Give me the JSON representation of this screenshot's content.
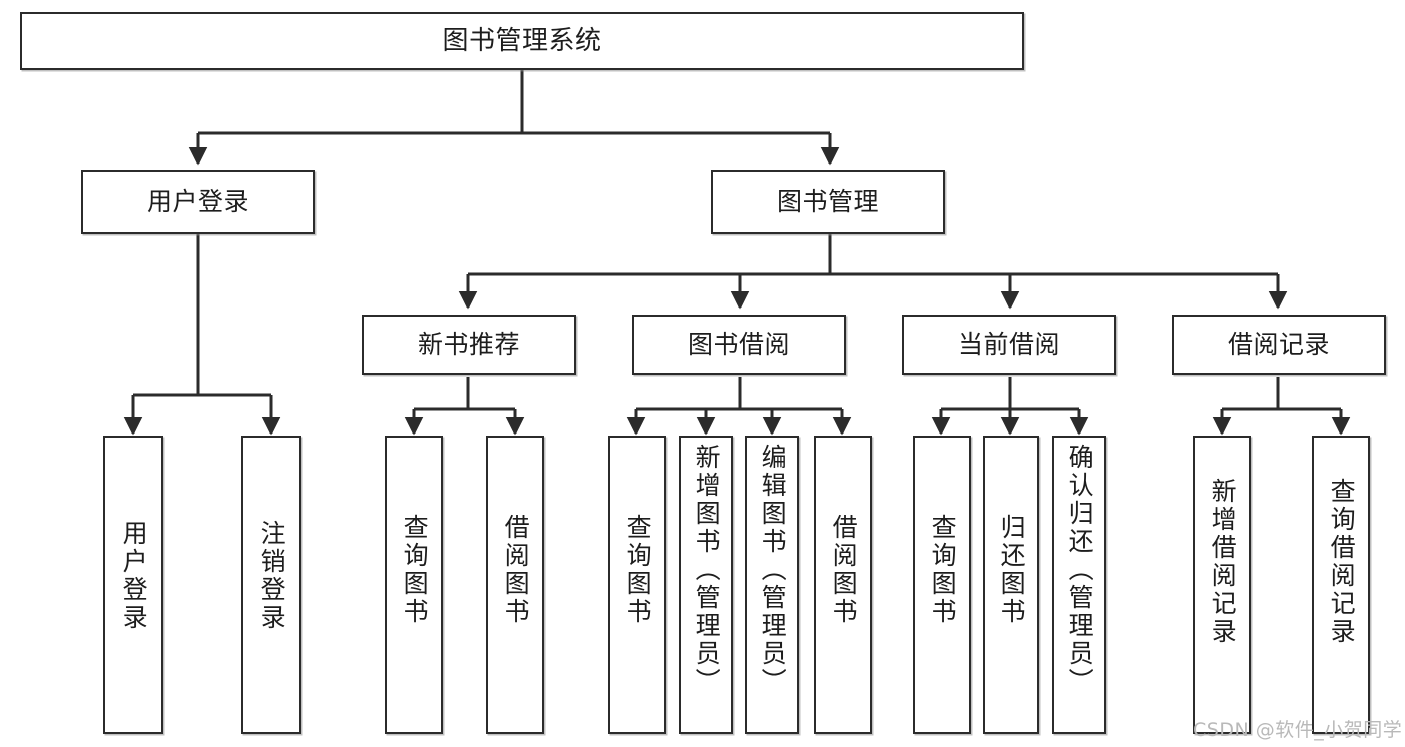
{
  "diagram": {
    "type": "tree-hierarchy",
    "orientation": "top-down",
    "title": "图书管理系统",
    "watermark": "CSDN @软件_小贺同学",
    "colors": {
      "box_border": "#2b2b2b",
      "box_fill": "#ffffff",
      "edge": "#2b2b2b",
      "text": "#1d1d1d",
      "watermark": "#b9b9b9",
      "background": "#ffffff"
    },
    "levels": 4
  },
  "nodes": {
    "root": {
      "label": "图书管理系统",
      "level": 1
    },
    "level2": [
      {
        "id": "user-login",
        "label": "用户登录",
        "level": 2
      },
      {
        "id": "book-manage",
        "label": "图书管理",
        "level": 2
      }
    ],
    "level3": [
      {
        "id": "new-book-recommend",
        "label": "新书推荐",
        "level": 3,
        "parent": "book-manage"
      },
      {
        "id": "book-borrow",
        "label": "图书借阅",
        "level": 3,
        "parent": "book-manage"
      },
      {
        "id": "current-borrow",
        "label": "当前借阅",
        "level": 3,
        "parent": "book-manage"
      },
      {
        "id": "borrow-record",
        "label": "借阅记录",
        "level": 3,
        "parent": "book-manage"
      }
    ],
    "leaves": [
      {
        "id": "leaf-user-login",
        "label": "用户登录",
        "parent": "user-login"
      },
      {
        "id": "leaf-user-logout",
        "label": "注销登录",
        "parent": "user-login"
      },
      {
        "id": "leaf-query-book-1",
        "label": "查询图书",
        "parent": "new-book-recommend"
      },
      {
        "id": "leaf-borrow-book-1",
        "label": "借阅图书",
        "parent": "new-book-recommend"
      },
      {
        "id": "leaf-query-book-2",
        "label": "查询图书",
        "parent": "book-borrow"
      },
      {
        "id": "leaf-add-book",
        "label": "新增图书（管理员）",
        "parent": "book-borrow"
      },
      {
        "id": "leaf-edit-book",
        "label": "编辑图书（管理员）",
        "parent": "book-borrow"
      },
      {
        "id": "leaf-borrow-book-2",
        "label": "借阅图书",
        "parent": "book-borrow"
      },
      {
        "id": "leaf-query-book-3",
        "label": "查询图书",
        "parent": "current-borrow"
      },
      {
        "id": "leaf-return-book",
        "label": "归还图书",
        "parent": "current-borrow"
      },
      {
        "id": "leaf-confirm-return",
        "label": "确认归还（管理员）",
        "parent": "current-borrow"
      },
      {
        "id": "leaf-add-record",
        "label": "新增借阅记录",
        "parent": "borrow-record"
      },
      {
        "id": "leaf-query-record",
        "label": "查询借阅记录",
        "parent": "borrow-record"
      }
    ]
  }
}
